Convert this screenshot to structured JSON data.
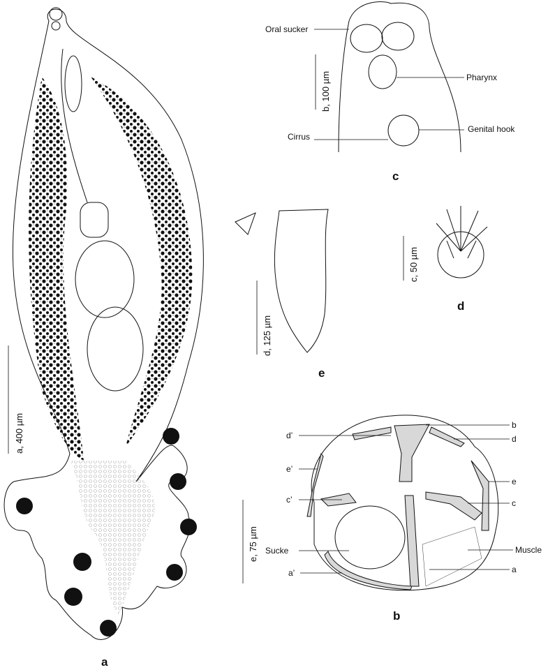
{
  "panels": {
    "a": {
      "label": "a",
      "scale_bar": "a, 400 µm"
    },
    "b": {
      "label": "b",
      "scale_bar": "e, 75 µm",
      "annotations": {
        "b": "b",
        "d_prime": "d’",
        "d": "d",
        "e_prime": "e’",
        "e": "e",
        "c_prime": "c’",
        "c": "c",
        "sucker": "Sucke",
        "muscle": "Muscle",
        "a_prime": "a’",
        "a": "a"
      }
    },
    "c": {
      "label": "c",
      "scale_bar": "b, 100 µm",
      "annotations": {
        "oral_sucker": "Oral sucker",
        "pharynx": "Pharynx",
        "cirrus": "Cirrus",
        "genital_hook": "Genital hook"
      }
    },
    "d": {
      "label": "d",
      "scale_bar": "c, 50 µm"
    },
    "e": {
      "label": "e",
      "scale_bar": "d, 125 µm"
    }
  },
  "colors": {
    "ink": "#111111",
    "fill_gray": "#d8d8d8",
    "vitellaria": "#111111"
  }
}
